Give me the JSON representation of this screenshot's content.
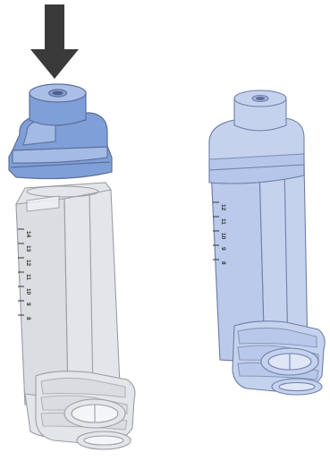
{
  "colors": {
    "background": "#ffffff",
    "arrow": "#3a3a3a",
    "cap_fill": "#7f9fd8",
    "cap_light": "#a9bfe8",
    "cap_stroke": "#5e6f96",
    "body_fill": "#e4e5e8",
    "body_fill_2": "#d7d9de",
    "body_stroke": "#9a9ea6",
    "assembled_fill": "#c5d2ee",
    "assembled_fill_2": "#b3c4ea",
    "assembled_stroke": "#6f7fa6",
    "scale_text": "#333333"
  },
  "icons": {
    "arrow": "down-arrow-icon"
  },
  "left_scale_labels": [
    "14",
    "13",
    "12",
    "11",
    "10",
    "9",
    "8"
  ],
  "right_scale_labels": [
    "12",
    "11",
    "10",
    "9",
    "8"
  ]
}
